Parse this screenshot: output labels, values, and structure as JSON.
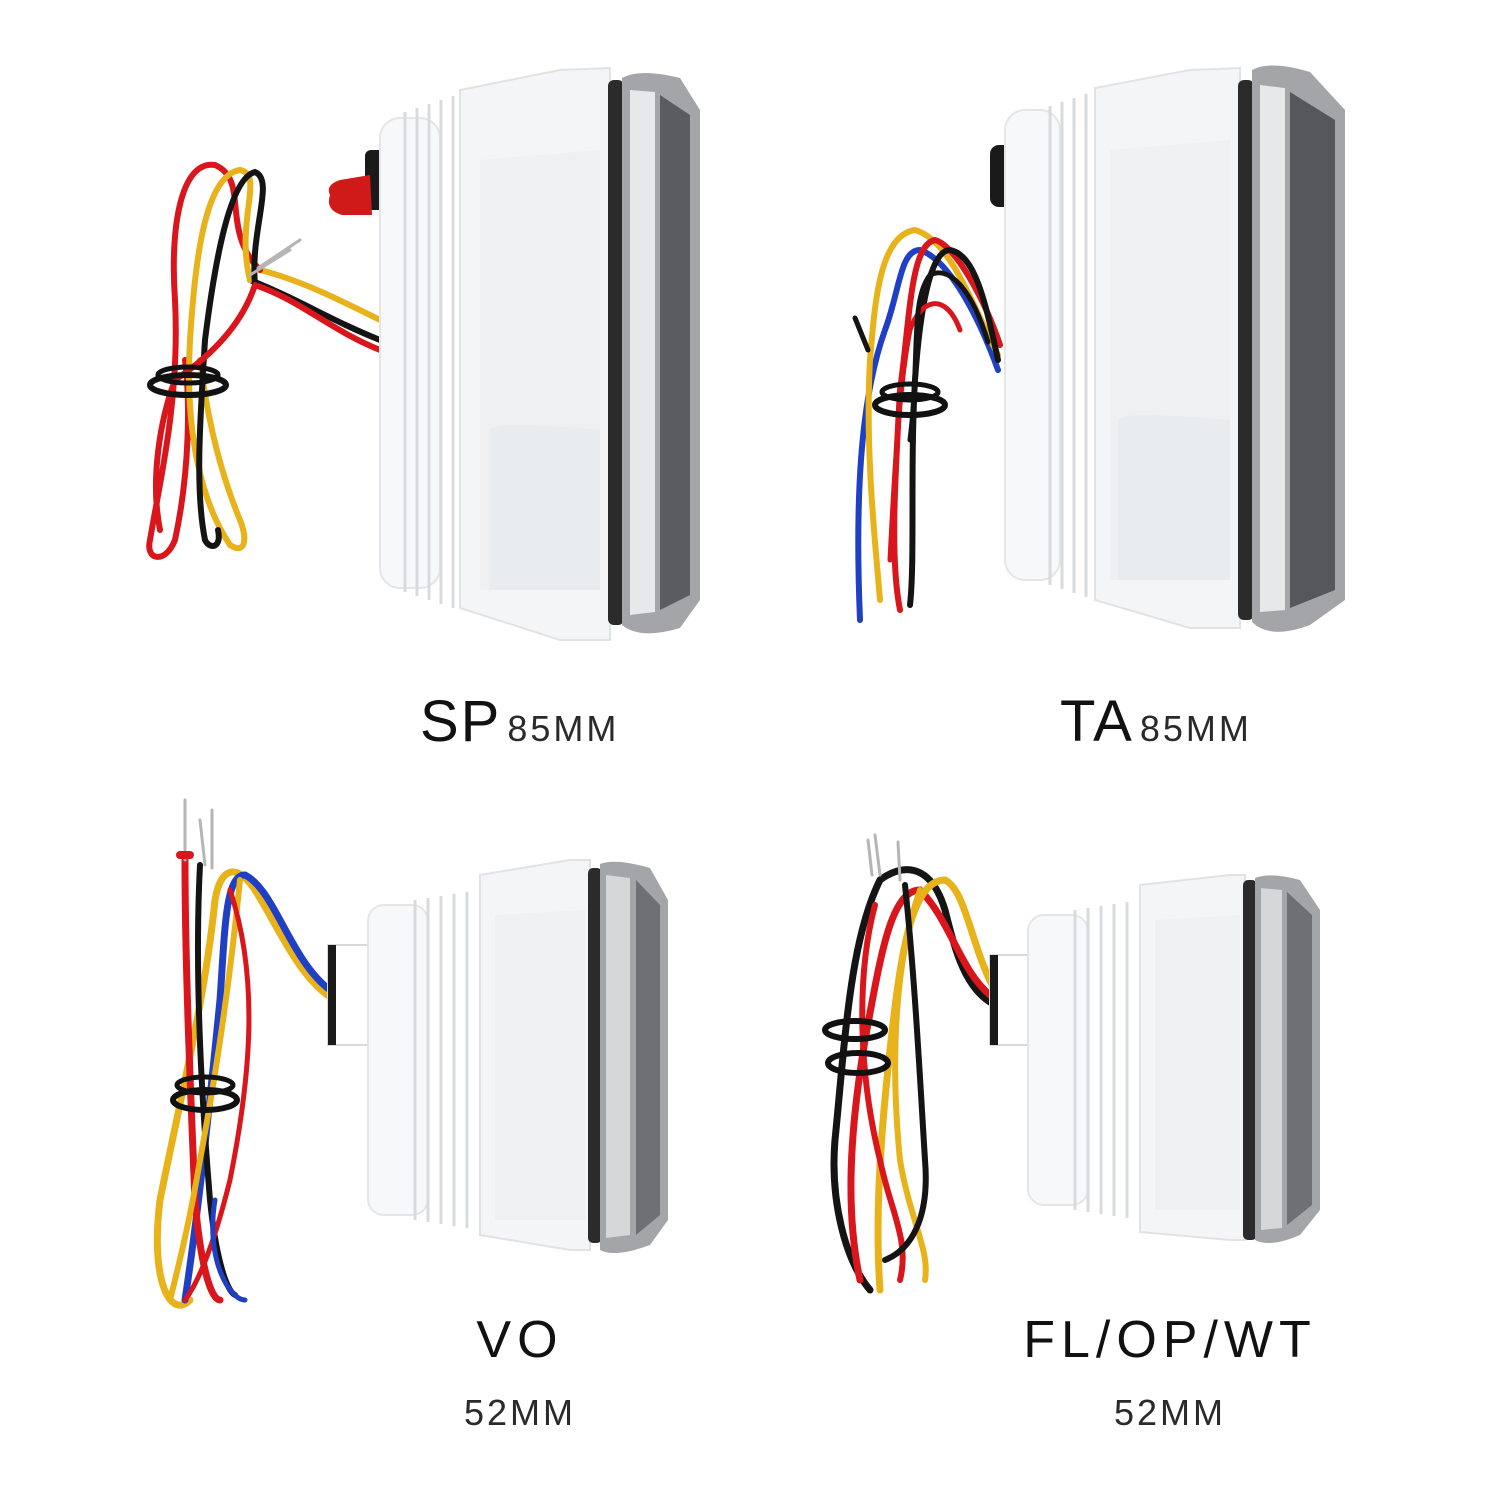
{
  "colors": {
    "background": "#ffffff",
    "housing": "#f4f5f6",
    "housing_shadow": "#dfe2e5",
    "bezel": "#9a9c9f",
    "bezel_dark": "#2b2b2b",
    "wire_red": "#d9161c",
    "wire_yellow": "#e8b21a",
    "wire_black": "#141414",
    "wire_blue": "#1f3fc4",
    "cap_red": "#d01a1a"
  },
  "products": [
    {
      "id": "sp",
      "model": "SP",
      "size": "85MM",
      "wires": [
        "red",
        "yellow",
        "black",
        "red"
      ],
      "accessory": "red-cap-button"
    },
    {
      "id": "ta",
      "model": "TA",
      "size": "85MM",
      "wires": [
        "red",
        "yellow",
        "black",
        "blue"
      ],
      "accessory": "black-button"
    },
    {
      "id": "vo",
      "model": "VO",
      "size": "52MM",
      "wires": [
        "red",
        "yellow",
        "black",
        "blue"
      ],
      "accessory": "connector-block"
    },
    {
      "id": "fl-op-wt",
      "model": "FL/OP/WT",
      "size": "52MM",
      "wires": [
        "red",
        "yellow",
        "black",
        "yellow"
      ],
      "accessory": "connector-block"
    }
  ]
}
